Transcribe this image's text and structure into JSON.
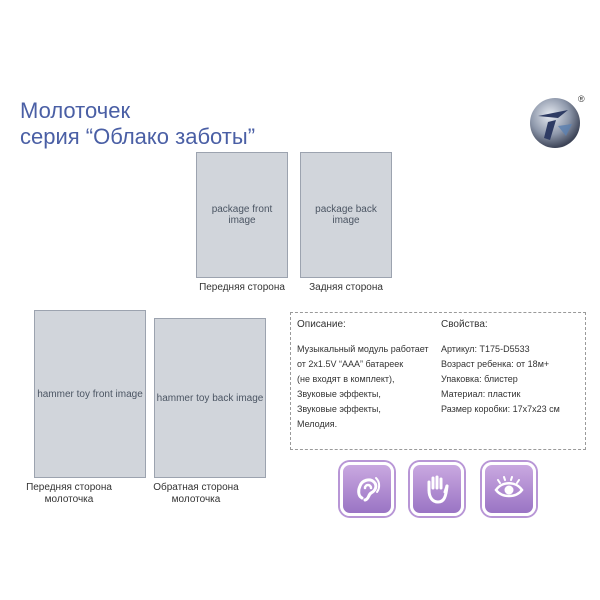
{
  "title": {
    "line1": "Молоточек",
    "line2": "серия “Облако заботы”"
  },
  "package": {
    "front_caption": "Передняя сторона",
    "back_caption": "Задняя сторона",
    "front_label": "package front image",
    "back_label": "package back image"
  },
  "toy": {
    "front_caption": "Передняя сторона молоточка",
    "back_caption": "Обратная сторона молоточка",
    "front_label": "hammer toy front image",
    "back_label": "hammer toy back image"
  },
  "description": {
    "heading": "Описание:",
    "lines": [
      "Музыкальный модуль работает",
      "от 2x1.5V “AAA” батареек",
      "(не входят в комплект),",
      "Звуковые эффекты,",
      "Звуковые эффекты,",
      "Мелодия."
    ]
  },
  "properties": {
    "heading": "Свойства:",
    "lines": [
      "Артикул: T175-D5533",
      "Возраст ребенка: от 18м+",
      "Упаковка: блистер",
      "Материал: пластик",
      "Размер коробки: 17x7x23 см"
    ]
  },
  "features": [
    "ear-icon",
    "hand-icon",
    "eye-icon"
  ],
  "colors": {
    "title": "#4a5fa5",
    "feature_bg": "#b896d6"
  }
}
